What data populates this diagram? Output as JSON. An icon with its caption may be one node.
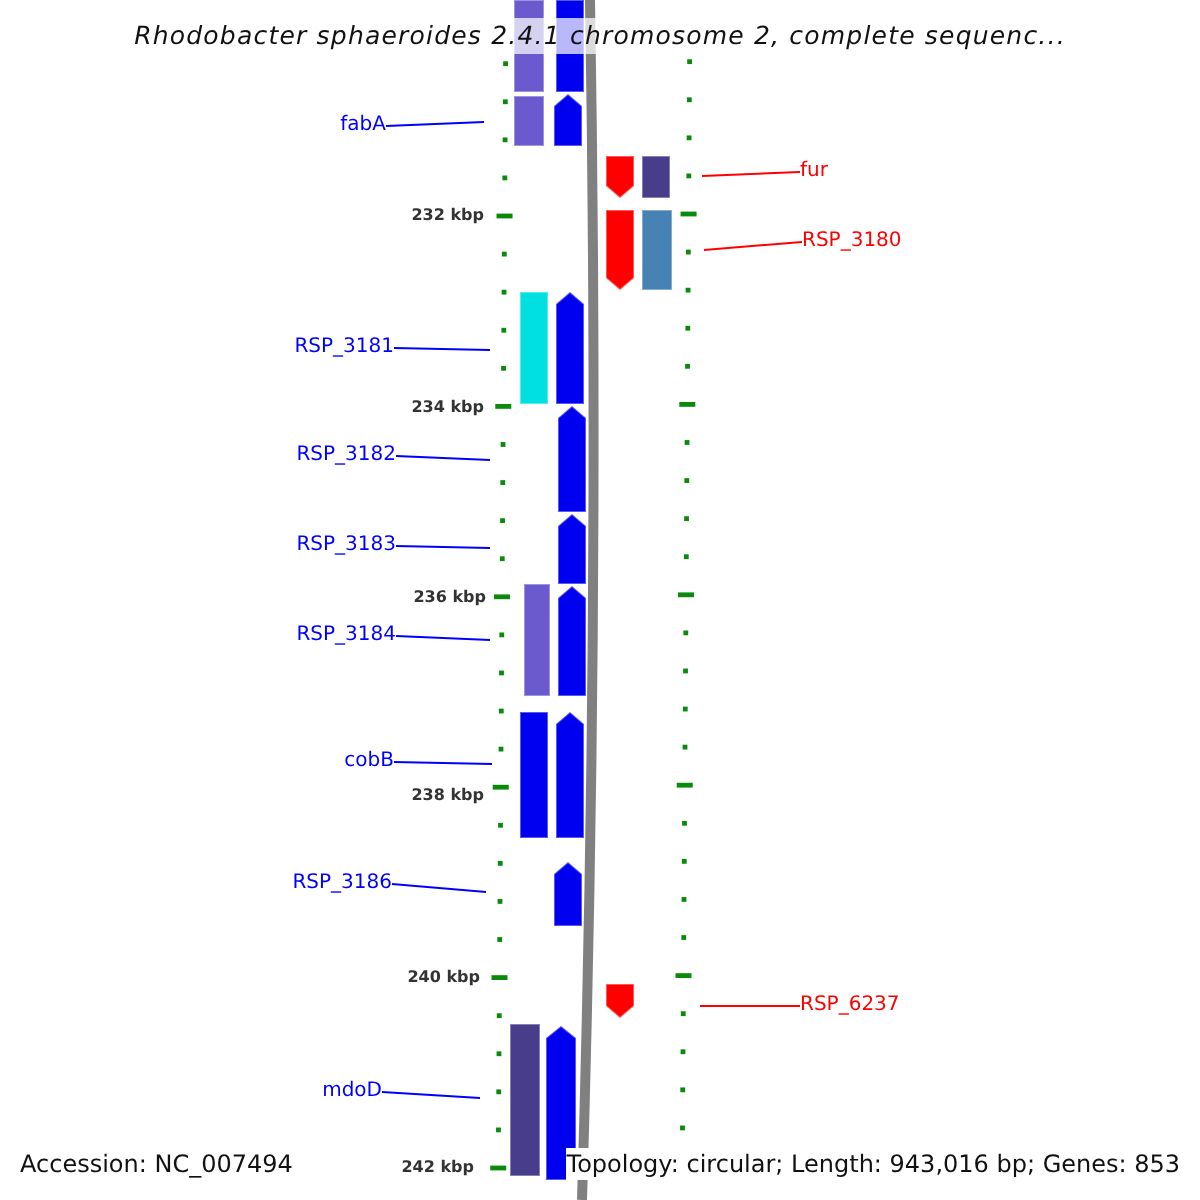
{
  "diagram": {
    "title": "Rhodobacter sphaeroides 2.4.1 chromosome 2, complete sequenc...",
    "nodes": [
      {
        "text": [
          "fabA"
        ]
      },
      {
        "text": [
          "fur"
        ]
      },
      {
        "text": [
          "RSP_3180"
        ]
      },
      {
        "text": [
          "RSP_3181"
        ]
      },
      {
        "text": [
          "RSP_3182"
        ]
      },
      {
        "text": [
          "RSP_3183"
        ]
      },
      {
        "text": [
          "RSP_3184"
        ]
      },
      {
        "text": [
          "cobB"
        ]
      },
      {
        "text": [
          "RSP_3186"
        ]
      },
      {
        "text": [
          "RSP_6237"
        ]
      },
      {
        "text": [
          "mdoD"
        ]
      }
    ],
    "edges": [
      {
        "from": 0,
        "to": null,
        "arrow": "none"
      },
      {
        "from": 1,
        "to": null,
        "arrow": "none",
        "color": "#ff0000"
      },
      {
        "from": 2,
        "to": null,
        "arrow": "none",
        "color": "#ff0000"
      },
      {
        "from": 3,
        "to": null,
        "arrow": "none"
      },
      {
        "from": 4,
        "to": null,
        "arrow": "none"
      },
      {
        "from": 5,
        "to": null,
        "arrow": "none"
      },
      {
        "from": 6,
        "to": null,
        "arrow": "none"
      },
      {
        "from": 7,
        "to": null,
        "arrow": "none"
      },
      {
        "from": 8,
        "to": null,
        "arrow": "none"
      },
      {
        "from": 9,
        "to": null,
        "arrow": "none",
        "color": "#ff0000"
      },
      {
        "from": 10,
        "to": null,
        "arrow": "none"
      }
    ],
    "labels": [
      "232 kbp",
      "234 kbp",
      "236 kbp",
      "238 kbp",
      "240 kbp",
      "242 kbp",
      "Accession: NC_007494",
      "Topology: circular; Length: 943,016 bp; Genes: 853"
    ]
  }
}
